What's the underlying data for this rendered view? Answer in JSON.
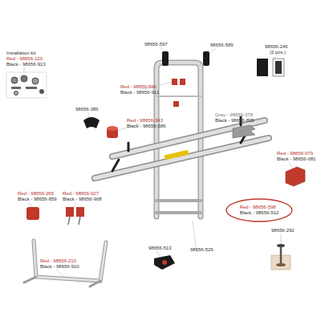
{
  "diagram": {
    "nodes": [
      {
        "text": [
          "Red - 98656-598",
          "Black - 98656-912"
        ]
      }
    ],
    "labels": [
      "Installation kit",
      "Red - 98656-120",
      "Black - 98656-913",
      "98656-597",
      "98656-589",
      "98656-246",
      "(2 pcs.)",
      "Red - 98656-596",
      "Black - 98656-911",
      "98656-386",
      "Red - 98656-343",
      "Black - 98656-586",
      "Grey - 98656-378",
      "Black - 98656-895",
      "Red - 98656-079",
      "Black - 98656-081",
      "Red - 98656-265",
      "Black - 98656-859",
      "Red - 98656-027",
      "Black - 98656-908",
      "98656-292",
      "Red - 98656-210",
      "Black - 98656-910",
      "98656-513",
      "98656-529"
    ]
  }
}
